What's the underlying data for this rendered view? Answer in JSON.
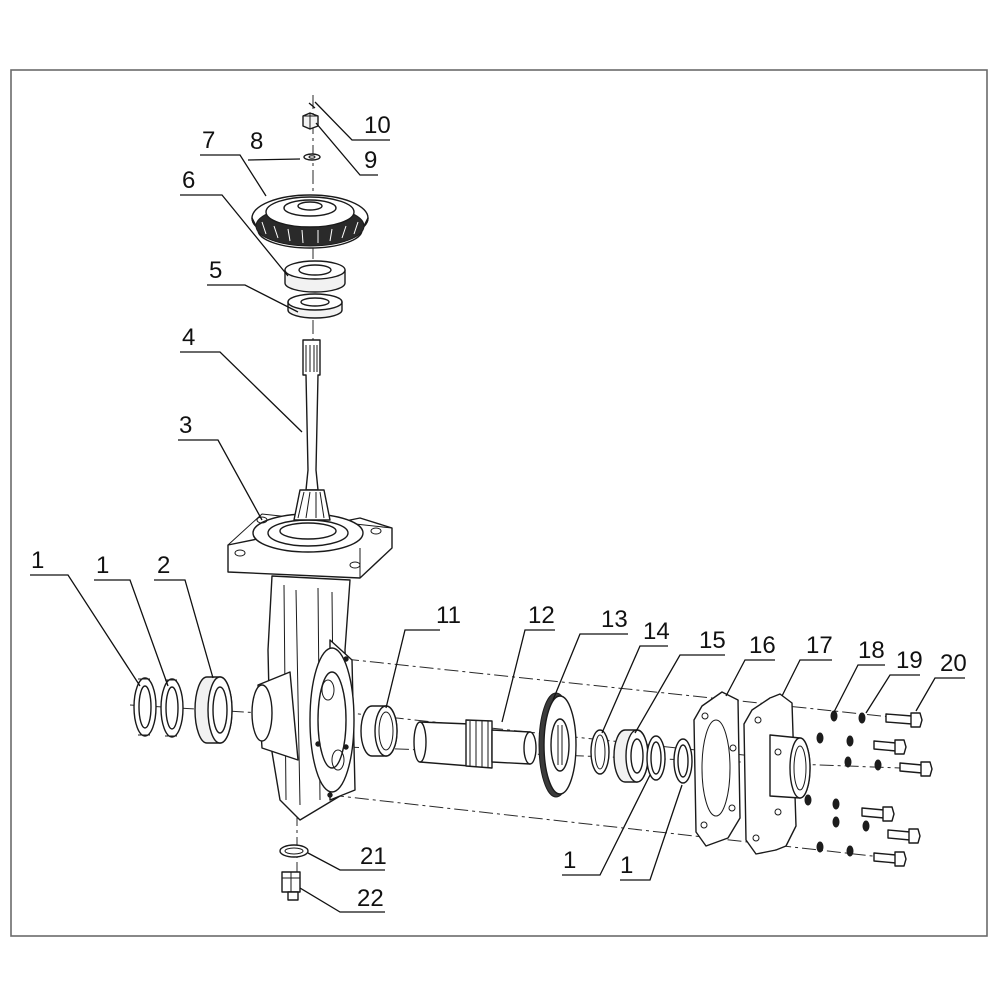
{
  "callouts": [
    {
      "id": "c1a",
      "text": "1"
    },
    {
      "id": "c1b",
      "text": "1"
    },
    {
      "id": "c2",
      "text": "2"
    },
    {
      "id": "c3",
      "text": "3"
    },
    {
      "id": "c4",
      "text": "4"
    },
    {
      "id": "c5",
      "text": "5"
    },
    {
      "id": "c6",
      "text": "6"
    },
    {
      "id": "c7",
      "text": "7"
    },
    {
      "id": "c8",
      "text": "8"
    },
    {
      "id": "c9",
      "text": "9"
    },
    {
      "id": "c10",
      "text": "10"
    },
    {
      "id": "c11",
      "text": "11"
    },
    {
      "id": "c12",
      "text": "12"
    },
    {
      "id": "c13",
      "text": "13"
    },
    {
      "id": "c14",
      "text": "14"
    },
    {
      "id": "c15",
      "text": "15"
    },
    {
      "id": "c16",
      "text": "16"
    },
    {
      "id": "c17",
      "text": "17"
    },
    {
      "id": "c18",
      "text": "18"
    },
    {
      "id": "c19",
      "text": "19"
    },
    {
      "id": "c20",
      "text": "20"
    },
    {
      "id": "c1c",
      "text": "1"
    },
    {
      "id": "c1d",
      "text": "1"
    },
    {
      "id": "c21",
      "text": "21"
    },
    {
      "id": "c22",
      "text": "22"
    }
  ]
}
